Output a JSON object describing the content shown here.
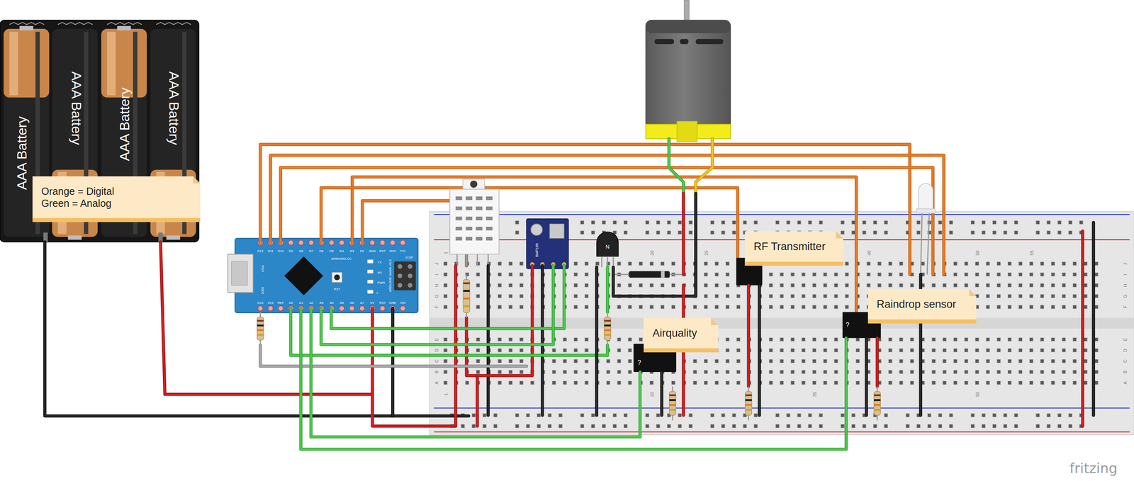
{
  "diagram": {
    "nodes": [
      {
        "text": [
          "Orange = Digital",
          "Green = Analog"
        ]
      },
      {
        "text": [
          "RF Transmitter"
        ]
      },
      {
        "text": [
          "Raindrop sensor"
        ]
      },
      {
        "text": [
          "Airquality"
        ]
      }
    ],
    "labels": [
      "AAA Battery",
      "AAA Battery",
      "AAA Battery",
      "AAA Battery",
      "D12",
      "D11",
      "D10",
      "D9",
      "D8",
      "D7",
      "D6",
      "D5",
      "D4",
      "D3",
      "D2",
      "GND",
      "RST",
      "RX0",
      "TX1",
      "D13",
      "3V3",
      "REF",
      "A0",
      "A1",
      "A2",
      "A3",
      "A4",
      "A5",
      "A6",
      "A7",
      "5V",
      "RST",
      "GND",
      "VIN",
      "ARDUINO.CC",
      "ICSP",
      "RST",
      "TX",
      "RX",
      "PWR",
      "L",
      "USA",
      "2009",
      "ARDUINO NANO V3.0",
      "BMP180",
      "N",
      "?",
      "?",
      "1",
      "20",
      "25",
      "40",
      "50",
      "55",
      "1",
      "20",
      "35",
      "50",
      "J",
      "I",
      "H",
      "G",
      "F",
      "E",
      "D",
      "C",
      "B",
      "A",
      "J",
      "I",
      "H",
      "G",
      "F",
      "E",
      "D",
      "C",
      "B",
      "A",
      "fritzing"
    ]
  }
}
